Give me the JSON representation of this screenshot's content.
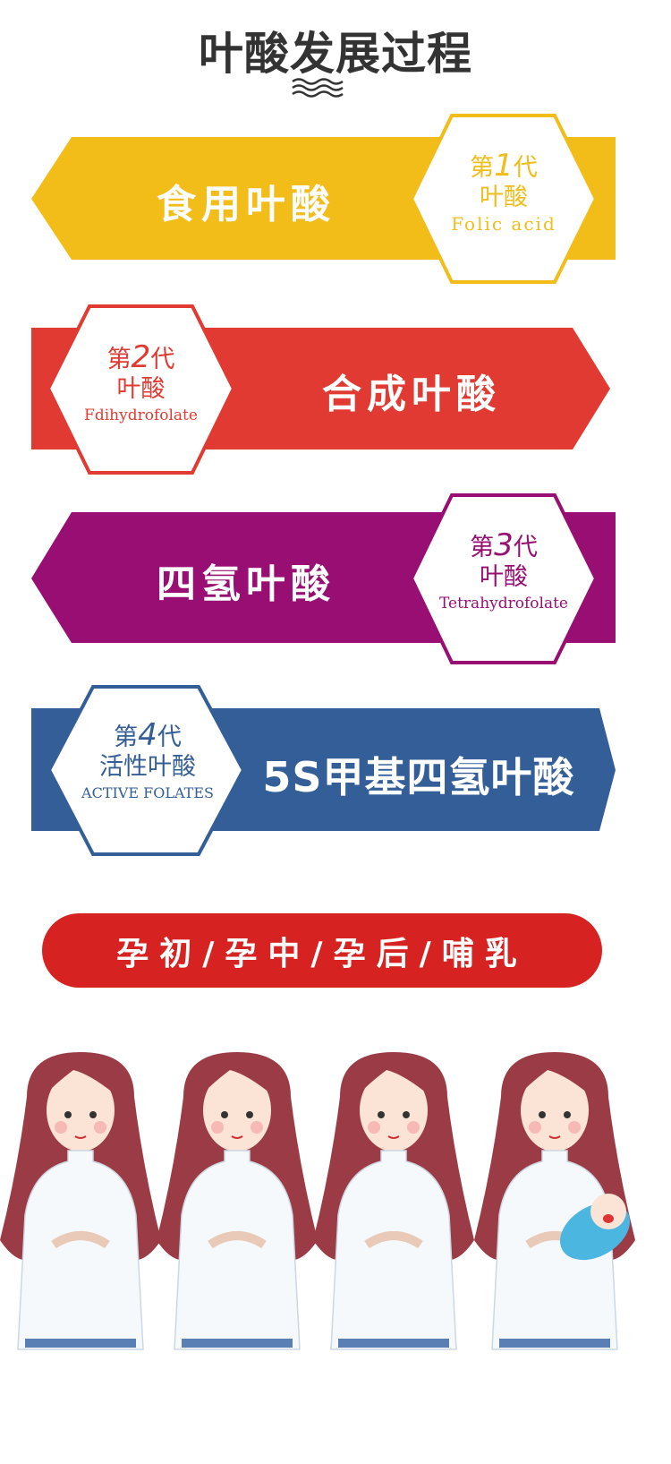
{
  "title": "叶酸发展过程",
  "colors": {
    "yellow": "#f2bd19",
    "red": "#e03a32",
    "purple": "#990e73",
    "blue": "#345e97",
    "pill": "#d72222",
    "title": "#333333"
  },
  "generations": [
    {
      "gen_prefix": "第",
      "gen_num": "1",
      "gen_suffix": "代",
      "cn": "叶酸",
      "en": "Folic acid",
      "main": "食用叶酸"
    },
    {
      "gen_prefix": "第",
      "gen_num": "2",
      "gen_suffix": "代",
      "cn": "叶酸",
      "en": "Fdihydrofolate",
      "main": "合成叶酸"
    },
    {
      "gen_prefix": "第",
      "gen_num": "3",
      "gen_suffix": "代",
      "cn": "叶酸",
      "en": "Tetrahydrofolate",
      "main": "四氢叶酸"
    },
    {
      "gen_prefix": "第",
      "gen_num": "4",
      "gen_suffix": "代",
      "cn": "活性叶酸",
      "en": "ACTIVE FOLATES",
      "main": "5S甲基四氢叶酸"
    }
  ],
  "stages": "孕初/孕中/孕后/哺乳"
}
